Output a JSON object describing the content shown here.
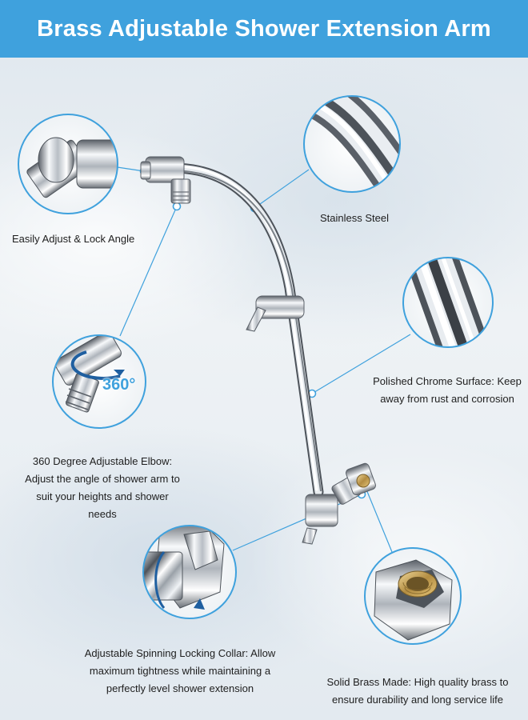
{
  "banner": {
    "title": "Brass Adjustable Shower Extension Arm"
  },
  "colors": {
    "accent": "#3fa1dd",
    "chrome_light": "#f4f6f8",
    "chrome_dark": "#4a4f55",
    "brass": "#c9a862"
  },
  "callouts": {
    "angle_lock": {
      "label": "Easily Adjust & Lock Angle"
    },
    "stainless": {
      "label": "Stainless Steel"
    },
    "chrome": {
      "label": "Polished Chrome Surface: Keep away from rust and corrosion"
    },
    "elbow": {
      "label": "360 Degree Adjustable Elbow: Adjust the angle of shower arm to suit your heights and shower needs",
      "badge": "360°"
    },
    "collar": {
      "label": "Adjustable Spinning Locking Collar: Allow maximum tightness while maintaining a perfectly level shower extension"
    },
    "brass": {
      "label": "Solid Brass Made: High quality brass to ensure durability and long service life"
    }
  }
}
